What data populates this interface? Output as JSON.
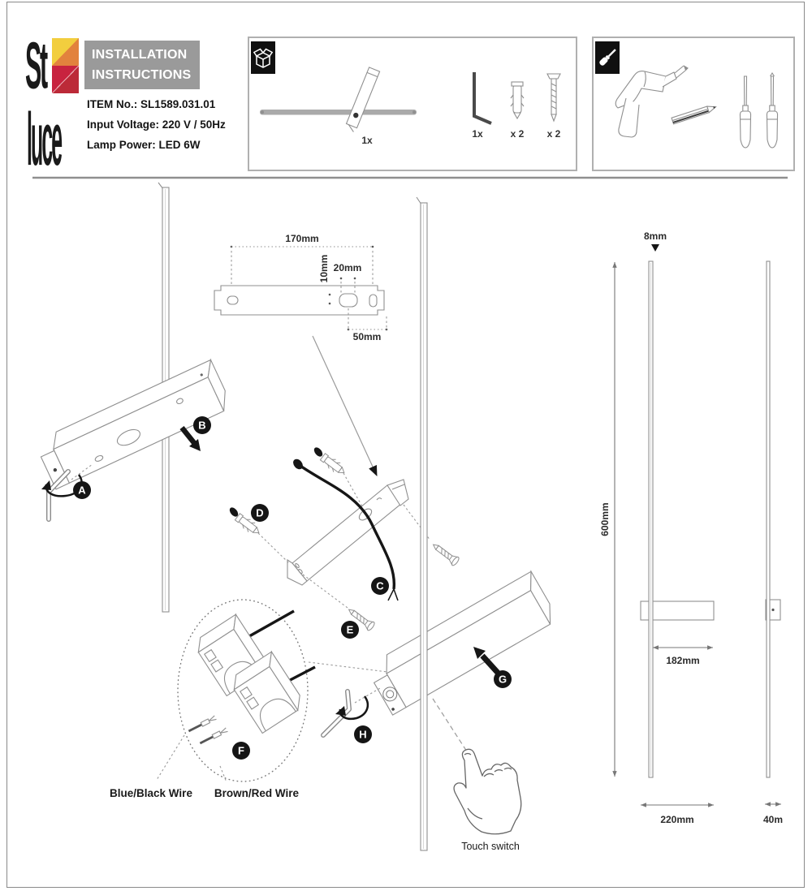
{
  "page": {
    "brand": {
      "line1": "St",
      "line2": "luce"
    },
    "title": {
      "line1": "INSTALLATION",
      "line2": "INSTRUCTIONS"
    },
    "info": {
      "item": "ITEM No.: SL1589.031.01",
      "voltage": "Input Voltage: 220 V / 50Hz",
      "power": "Lamp Power: LED 6W"
    }
  },
  "parts": {
    "lamp_qty": "1x",
    "hexkey_qty": "1x",
    "anchor_qty": "x 2",
    "screw_qty": "x 2"
  },
  "steps": {
    "a": "A",
    "b": "B",
    "c": "C",
    "d": "D",
    "e": "E",
    "f": "F",
    "g": "G",
    "h": "H"
  },
  "dims": {
    "plate_length": "170mm",
    "plate_vert": "10mm",
    "hole_gap": "20mm",
    "hole_offset": "50mm",
    "rod_dia": "8mm",
    "height": "600mm",
    "body_len": "182mm",
    "total_len": "220mm",
    "depth": "40m"
  },
  "labels": {
    "wire1": "Blue/Black Wire",
    "wire2": "Brown/Red Wire",
    "touch": "Touch switch"
  },
  "icons": {
    "contents": "package-box-icon",
    "tools": "screwdriver-icon"
  },
  "colors": {
    "banner_gray": "#9a9a9a",
    "line_gray": "#8f8f8f",
    "ink": "#161616",
    "logo_yellow": "#f2ce3e",
    "logo_orange": "#e2823d",
    "logo_red": "#c8233f",
    "logo_dark_red": "#bc2a38"
  }
}
